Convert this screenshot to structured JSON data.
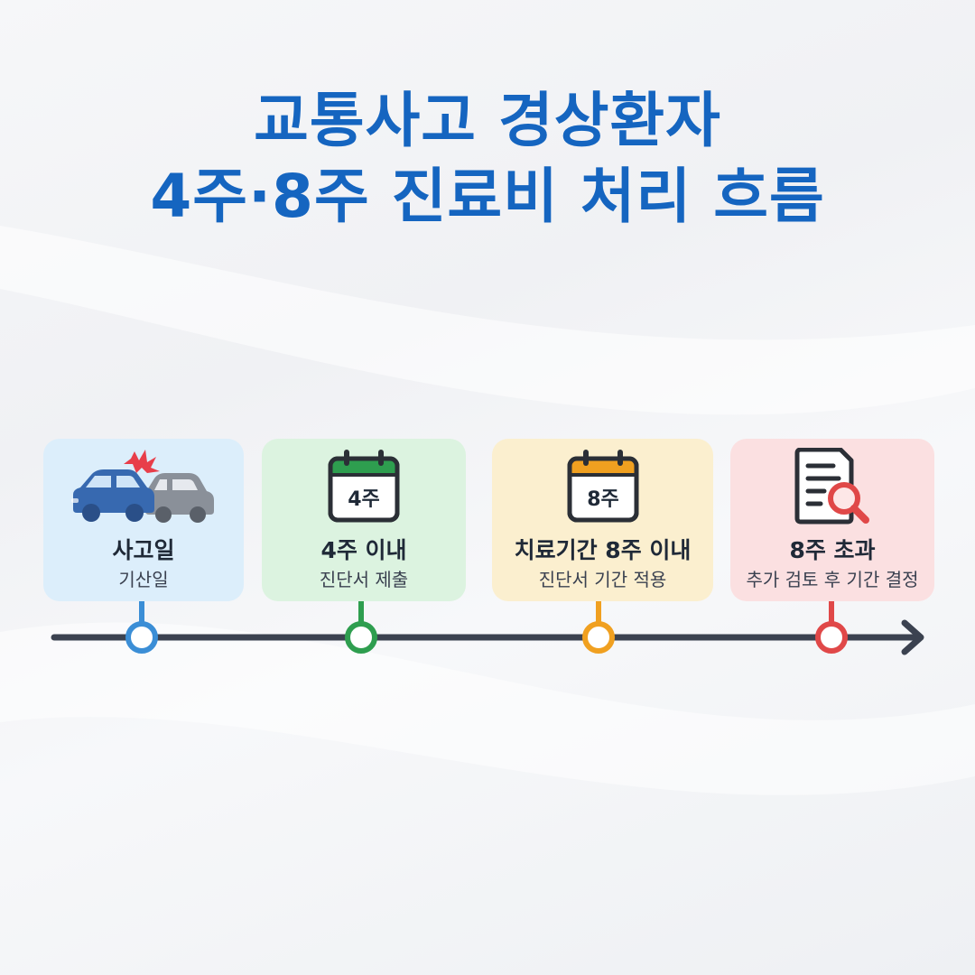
{
  "title": {
    "line1": "교통사고 경상환자",
    "line2": "4주·8주 진료비 처리 흐름"
  },
  "colors": {
    "title": "#1565c0",
    "blue": "#3b8ed6",
    "green": "#2e9e4f",
    "orange": "#f0a020",
    "red": "#e04848",
    "line": "#3b4250"
  },
  "steps": [
    {
      "title": "사고일",
      "subtitle": "기산일",
      "icon": "car-crash-icon",
      "color": "#3b8ed6"
    },
    {
      "title": "4주 이내",
      "subtitle": "진단서 제출",
      "icon": "calendar-icon",
      "calendar_label": "4주",
      "color": "#2e9e4f"
    },
    {
      "title": "치료기간 8주 이내",
      "subtitle": "진단서 기간 적용",
      "icon": "calendar-icon",
      "calendar_label": "8주",
      "color": "#f0a020"
    },
    {
      "title": "8주 초과",
      "subtitle": "추가 검토 후 기간 결정",
      "icon": "document-search-icon",
      "color": "#e04848"
    }
  ]
}
